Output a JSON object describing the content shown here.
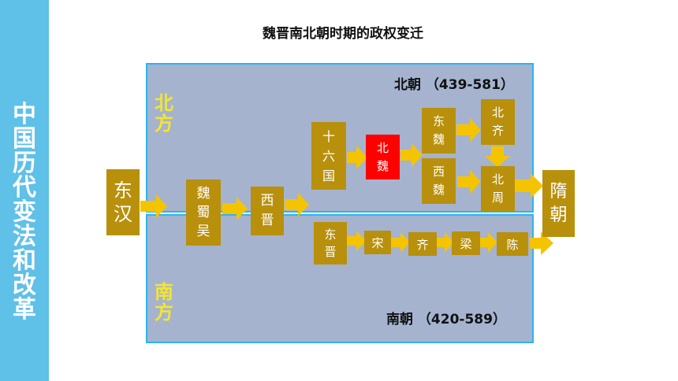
{
  "sidebar": {
    "title_chars": [
      "中",
      "国",
      "历",
      "代",
      "变",
      "法",
      "和",
      "改",
      "革"
    ]
  },
  "diagram": {
    "title": "魏晋南北朝时期的政权变迁",
    "north": {
      "label_chars": [
        "北",
        "方"
      ],
      "period": "北朝 （439-581）"
    },
    "south": {
      "label_chars": [
        "南",
        "方"
      ],
      "period": "南朝 （420-589）"
    },
    "nodes": {
      "donghan": [
        "东",
        "汉"
      ],
      "weishuwu": [
        "魏",
        "蜀",
        "吴"
      ],
      "xijin": [
        "西",
        "晋"
      ],
      "shiliuguo": [
        "十",
        "六",
        "国"
      ],
      "beiwei": [
        "北",
        "魏"
      ],
      "dongwei": [
        "东",
        "魏"
      ],
      "xiwei": [
        "西",
        "魏"
      ],
      "beiqi": [
        "北",
        "齐"
      ],
      "beizhou": [
        "北",
        "周"
      ],
      "suichao": [
        "隋",
        "朝"
      ],
      "dongjin": [
        "东",
        "晋"
      ],
      "song": "宋",
      "qi": "齐",
      "liang": "梁",
      "chen": "陈"
    },
    "colors": {
      "box": "#b8900c",
      "box_highlight": "#ff0000",
      "arrow": "#f5c400",
      "region": "#a5b3cf",
      "region_border": "#2cb4ee",
      "region_label": "#f5e62b"
    }
  }
}
